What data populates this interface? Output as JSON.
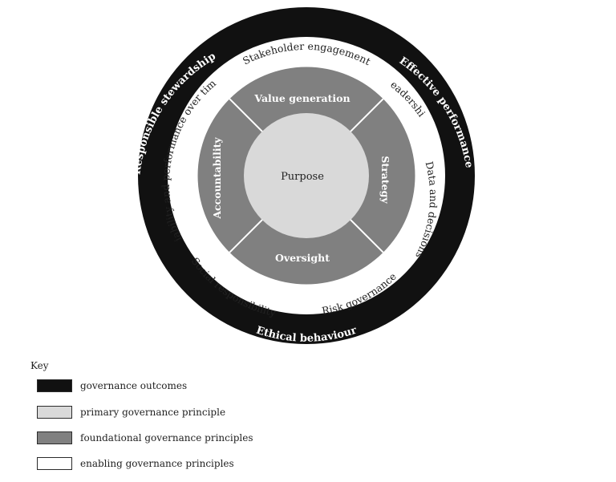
{
  "diagram": {
    "center": "Purpose",
    "foundational": {
      "top": "Value generation",
      "right": "Strategy",
      "bottom": "Oversight",
      "left": "Accountability"
    },
    "enabling": {
      "stakeholder": "Stakeholder engagement",
      "leadership": "Leadership",
      "data": "Data and decisions",
      "risk": "Risk governance",
      "social": "Social responsibility",
      "viability": "Viability and performance over time"
    },
    "outcomes": {
      "stewardship": "Responsible stewardship",
      "performance": "Effective performance",
      "ethical": "Ethical behaviour"
    }
  },
  "key": {
    "title": "Key",
    "items": [
      {
        "label": "governance outcomes",
        "color": "#111111"
      },
      {
        "label": "primary governance principle",
        "color": "#d9d9d9"
      },
      {
        "label": "foundational governance principles",
        "color": "#808080"
      },
      {
        "label": "enabling governance principles",
        "color": "#ffffff"
      }
    ]
  },
  "colors": {
    "outer": "#111111",
    "enabling": "#ffffff",
    "foundational": "#808080",
    "primary": "#d9d9d9",
    "line": "#ffffff"
  }
}
